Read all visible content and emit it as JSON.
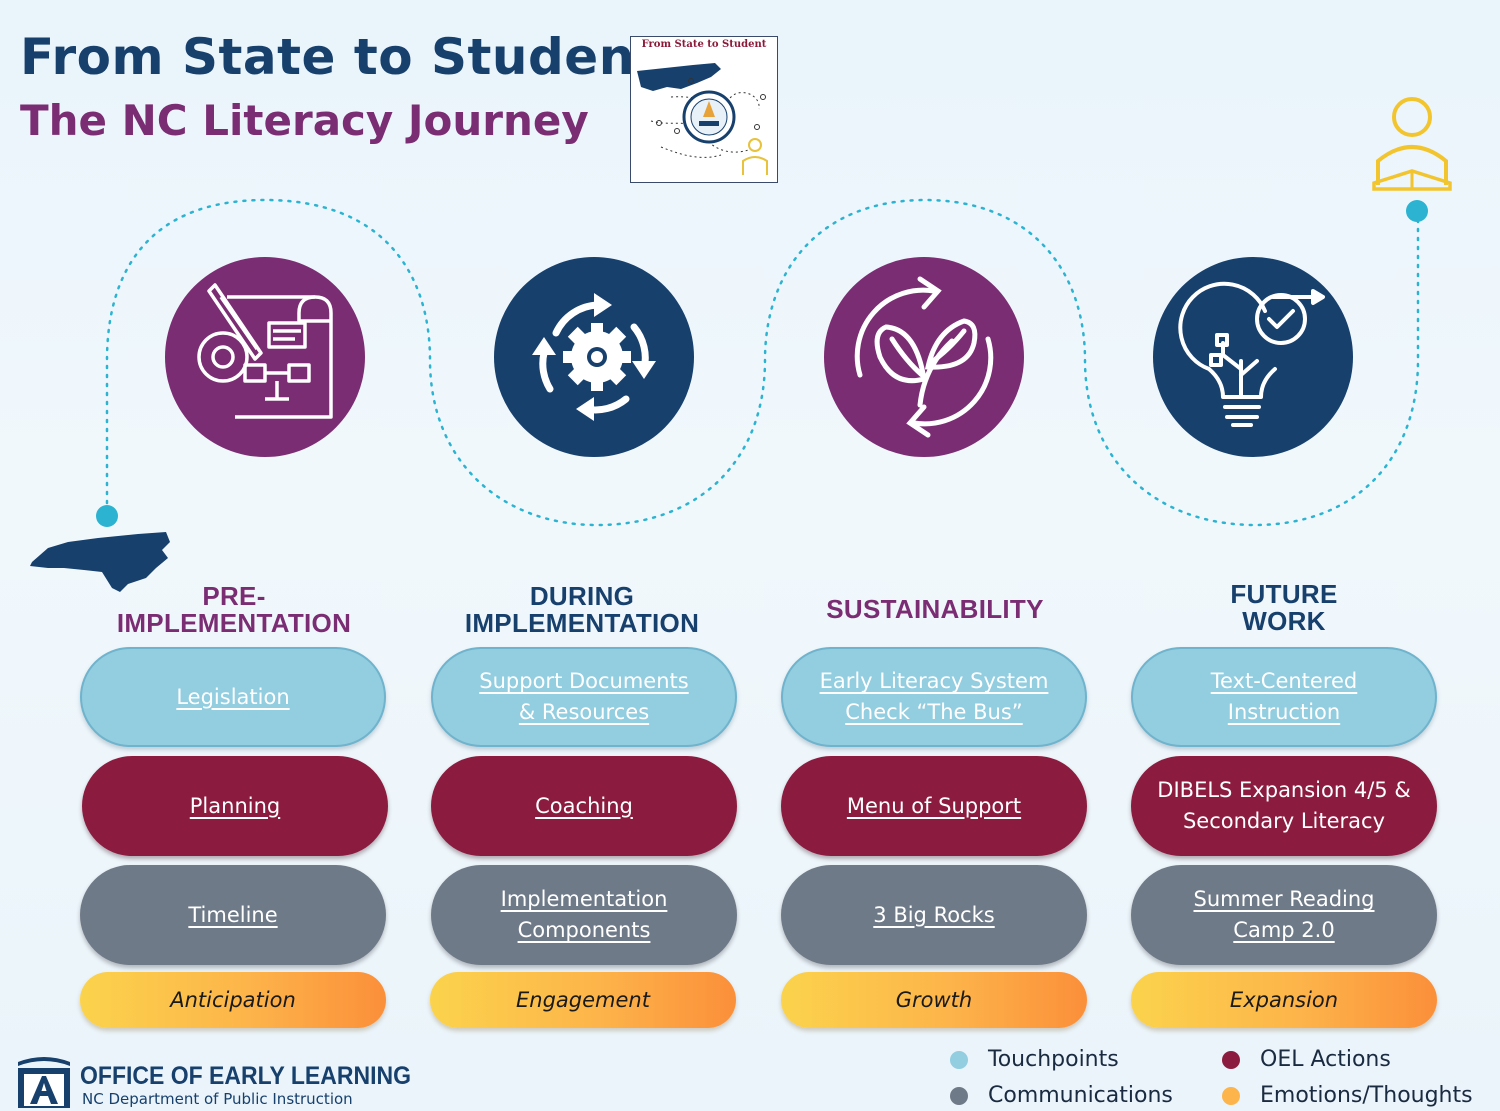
{
  "header": {
    "title": "From State to Student",
    "subtitle": "The NC Literacy Journey"
  },
  "thumbnail": {
    "title": "From State to Student"
  },
  "icons": [
    "blueprint-gear-icon",
    "gear-cycle-icon",
    "leaf-cycle-icon",
    "lightbulb-clock-icon",
    "student-reading-icon",
    "north-carolina-map-icon"
  ],
  "stages": [
    {
      "heading_lines": [
        "PRE-",
        "IMPLEMENTATION"
      ],
      "touchpoint": [
        "Legislation"
      ],
      "oel_action": [
        "Planning"
      ],
      "communication": [
        "Timeline"
      ],
      "emotion": "Anticipation"
    },
    {
      "heading_lines": [
        "DURING",
        "IMPLEMENTATION"
      ],
      "touchpoint": [
        "Support Documents",
        "& Resources"
      ],
      "oel_action": [
        "Coaching"
      ],
      "communication": [
        "Implementation",
        "Components"
      ],
      "emotion": "Engagement"
    },
    {
      "heading_lines": [
        "SUSTAINABILITY"
      ],
      "touchpoint": [
        "Early Literacy System",
        "Check “The Bus”"
      ],
      "oel_action": [
        "Menu of Support"
      ],
      "communication": [
        "3 Big Rocks"
      ],
      "emotion": "Growth"
    },
    {
      "heading_lines": [
        "FUTURE",
        "WORK"
      ],
      "touchpoint": [
        "Text-Centered",
        "Instruction"
      ],
      "oel_action": [
        "DIBELS Expansion 4/5 &",
        "Secondary Literacy"
      ],
      "communication": [
        "Summer Reading",
        "Camp 2.0"
      ],
      "emotion": "Expansion"
    }
  ],
  "legend": [
    {
      "label": "Touchpoints",
      "color": "#92cde0"
    },
    {
      "label": "OEL Actions",
      "color": "#8c1c3f"
    },
    {
      "label": "Communications",
      "color": "#6f7a88"
    },
    {
      "label": "Emotions/Thoughts",
      "color": "#fdb44a"
    }
  ],
  "footer": {
    "org_name": "OFFICE OF EARLY LEARNING",
    "department": "NC Department of Public Instruction"
  },
  "colors": {
    "navy": "#17406d",
    "purple": "#7b2d73",
    "maroon": "#8c1c3f",
    "light_blue": "#92cde0",
    "gray": "#6f7a88",
    "orange": "#fdb44a",
    "path_teal": "#2bb3d1"
  }
}
